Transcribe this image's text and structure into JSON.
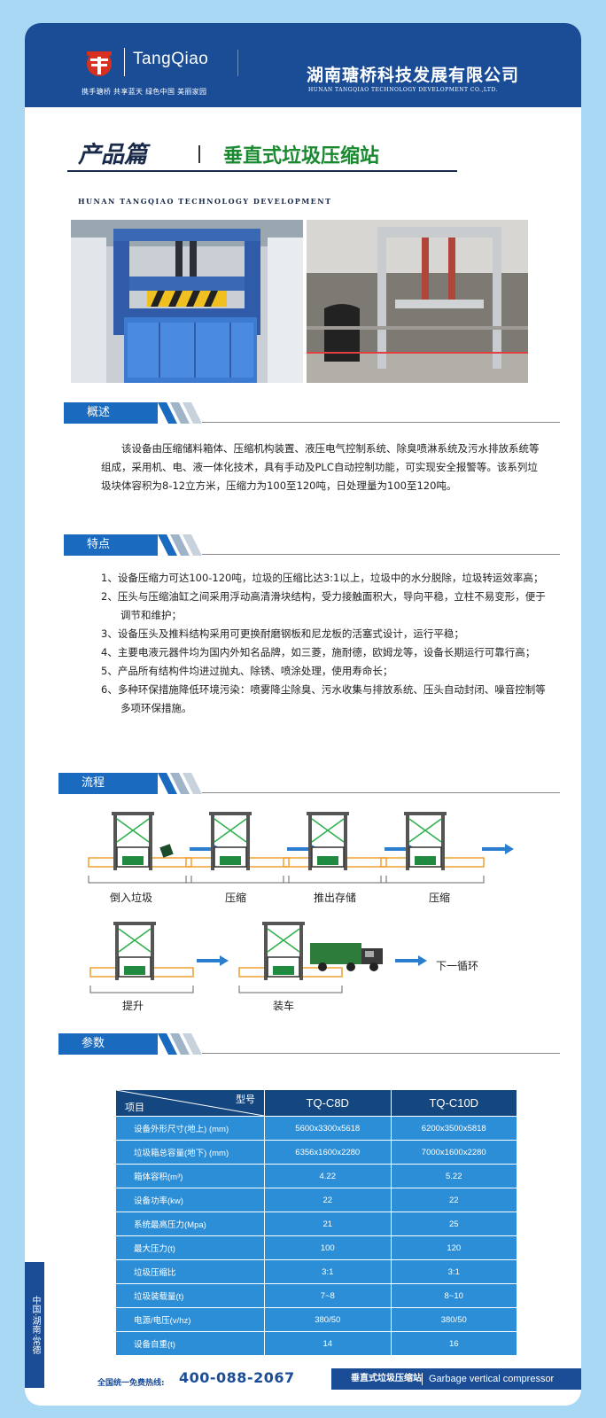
{
  "header": {
    "logo_text": "TangQiao",
    "slogan": "携手瑭桥 共享蓝天 绿色中国 美丽家园",
    "company_name": "湖南瑭桥科技发展有限公司",
    "company_name_en": "HUNAN TANGQIAO TECHNOLOGY DEVELOPMENT CO.,LTD."
  },
  "title": {
    "category": "产品篇",
    "product": "垂直式垃圾压缩站",
    "subtitle_en": "HUNAN TANGQIAO TECHNOLOGY DEVELOPMENT"
  },
  "overview": {
    "heading": "概述",
    "text": "该设备由压缩储料箱体、压缩机构装置、液压电气控制系统、除臭喷淋系统及污水排放系统等组成，采用机、电、液一体化技术，具有手动及PLC自动控制功能，可实现安全报警等。该系列垃圾块体容积为8-12立方米，压缩力为100至120吨，日处理量为100至120吨。"
  },
  "features": {
    "heading": "特点",
    "items": [
      "1、设备压缩力可达100-120吨，垃圾的压缩比达3:1以上，垃圾中的水分脱除，垃圾转运效率高；",
      "2、压头与压缩油缸之间采用浮动高清滑块结构，受力接触面积大，导向平稳，立柱不易变形，便于调节和维护；",
      "3、设备压头及推料结构采用可更换耐磨钢板和尼龙板的活塞式设计，运行平稳；",
      "4、主要电液元器件均为国内外知名品牌，如三菱，施耐德，欧姆龙等，设备长期运行可靠行高；",
      "5、产品所有结构件均进过抛丸、除锈、喷涂处理，使用寿命长；",
      "6、多种环保措施降低环境污染：喷雾降尘除臭、污水收集与排放系统、压头自动封闭、噪音控制等多项环保措施。"
    ]
  },
  "process": {
    "heading": "流程",
    "steps": [
      "倒入垃圾",
      "压缩",
      "推出存储",
      "压缩",
      "提升",
      "装车"
    ],
    "next": "下一循环"
  },
  "params": {
    "heading": "参数",
    "header_model": "型号",
    "header_item": "项目",
    "models": [
      "TQ-C8D",
      "TQ-C10D"
    ],
    "rows": [
      {
        "name": "设备外形尺寸(地上) (mm)",
        "c8d": "5600x3300x5618",
        "c10d": "6200x3500x5818"
      },
      {
        "name": "垃圾箱总容量(地下) (mm)",
        "c8d": "6356x1600x2280",
        "c10d": "7000x1600x2280"
      },
      {
        "name": "箱体容积(m³)",
        "c8d": "4.22",
        "c10d": "5.22"
      },
      {
        "name": "设备功率(kw)",
        "c8d": "22",
        "c10d": "22"
      },
      {
        "name": "系统最高压力(Mpa)",
        "c8d": "21",
        "c10d": "25"
      },
      {
        "name": "最大压力(t)",
        "c8d": "100",
        "c10d": "120"
      },
      {
        "name": "垃圾压缩比",
        "c8d": "3:1",
        "c10d": "3:1"
      },
      {
        "name": "垃圾装载量(t)",
        "c8d": "7~8",
        "c10d": "8~10"
      },
      {
        "name": "电源/电压(v/hz)",
        "c8d": "380/50",
        "c10d": "380/50"
      },
      {
        "name": "设备自重(t)",
        "c8d": "14",
        "c10d": "16"
      }
    ]
  },
  "footer": {
    "side_label": "中国·湖南·常德",
    "hotline_label": "全国统一免费热线:",
    "hotline": "400-088-2067",
    "product_cn": "垂直式垃圾压缩站",
    "product_en": "Garbage vertical compressor"
  },
  "colors": {
    "brand_blue": "#1a4d96",
    "section_blue": "#1a6bbf",
    "table_blue": "#2c8ed6",
    "title_green": "#1a8a30",
    "background": "#a8d8f4"
  }
}
